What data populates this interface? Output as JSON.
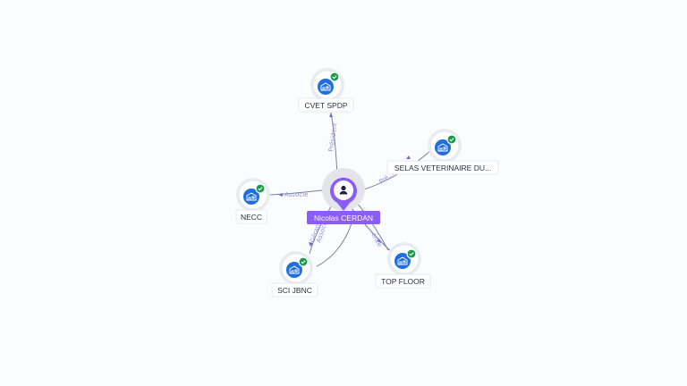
{
  "center": {
    "label": "Nicolas CERDAN",
    "icon": "person-icon"
  },
  "nodes": [
    {
      "id": "cvet",
      "label": "CVET SPDP",
      "icon": "building-icon",
      "verified": true
    },
    {
      "id": "selas",
      "label": "SELAS VETERINAIRE DU...",
      "icon": "building-icon",
      "verified": true
    },
    {
      "id": "necc",
      "label": "NECC",
      "icon": "building-icon",
      "verified": true
    },
    {
      "id": "scijbnc",
      "label": "SCI JBNC",
      "icon": "building-icon",
      "verified": true
    },
    {
      "id": "topfloor",
      "label": "TOP FLOOR",
      "icon": "building-icon",
      "verified": true
    }
  ],
  "edges": [
    {
      "to": "cvet",
      "label": "Président"
    },
    {
      "to": "selas",
      "label": "Pré..."
    },
    {
      "to": "necc",
      "label": "Associé"
    },
    {
      "to": "scijbnc",
      "label": "Gérant"
    },
    {
      "to": "scijbnc",
      "label": "Associé"
    },
    {
      "to": "topfloor",
      "label": "...ence"
    },
    {
      "to": "topfloor",
      "label": "...ce"
    }
  ],
  "colors": {
    "accent": "#8b5cf6",
    "company": "#1f6fe0",
    "verified": "#1a9a4a",
    "edge_label": "#8f8fd6"
  }
}
